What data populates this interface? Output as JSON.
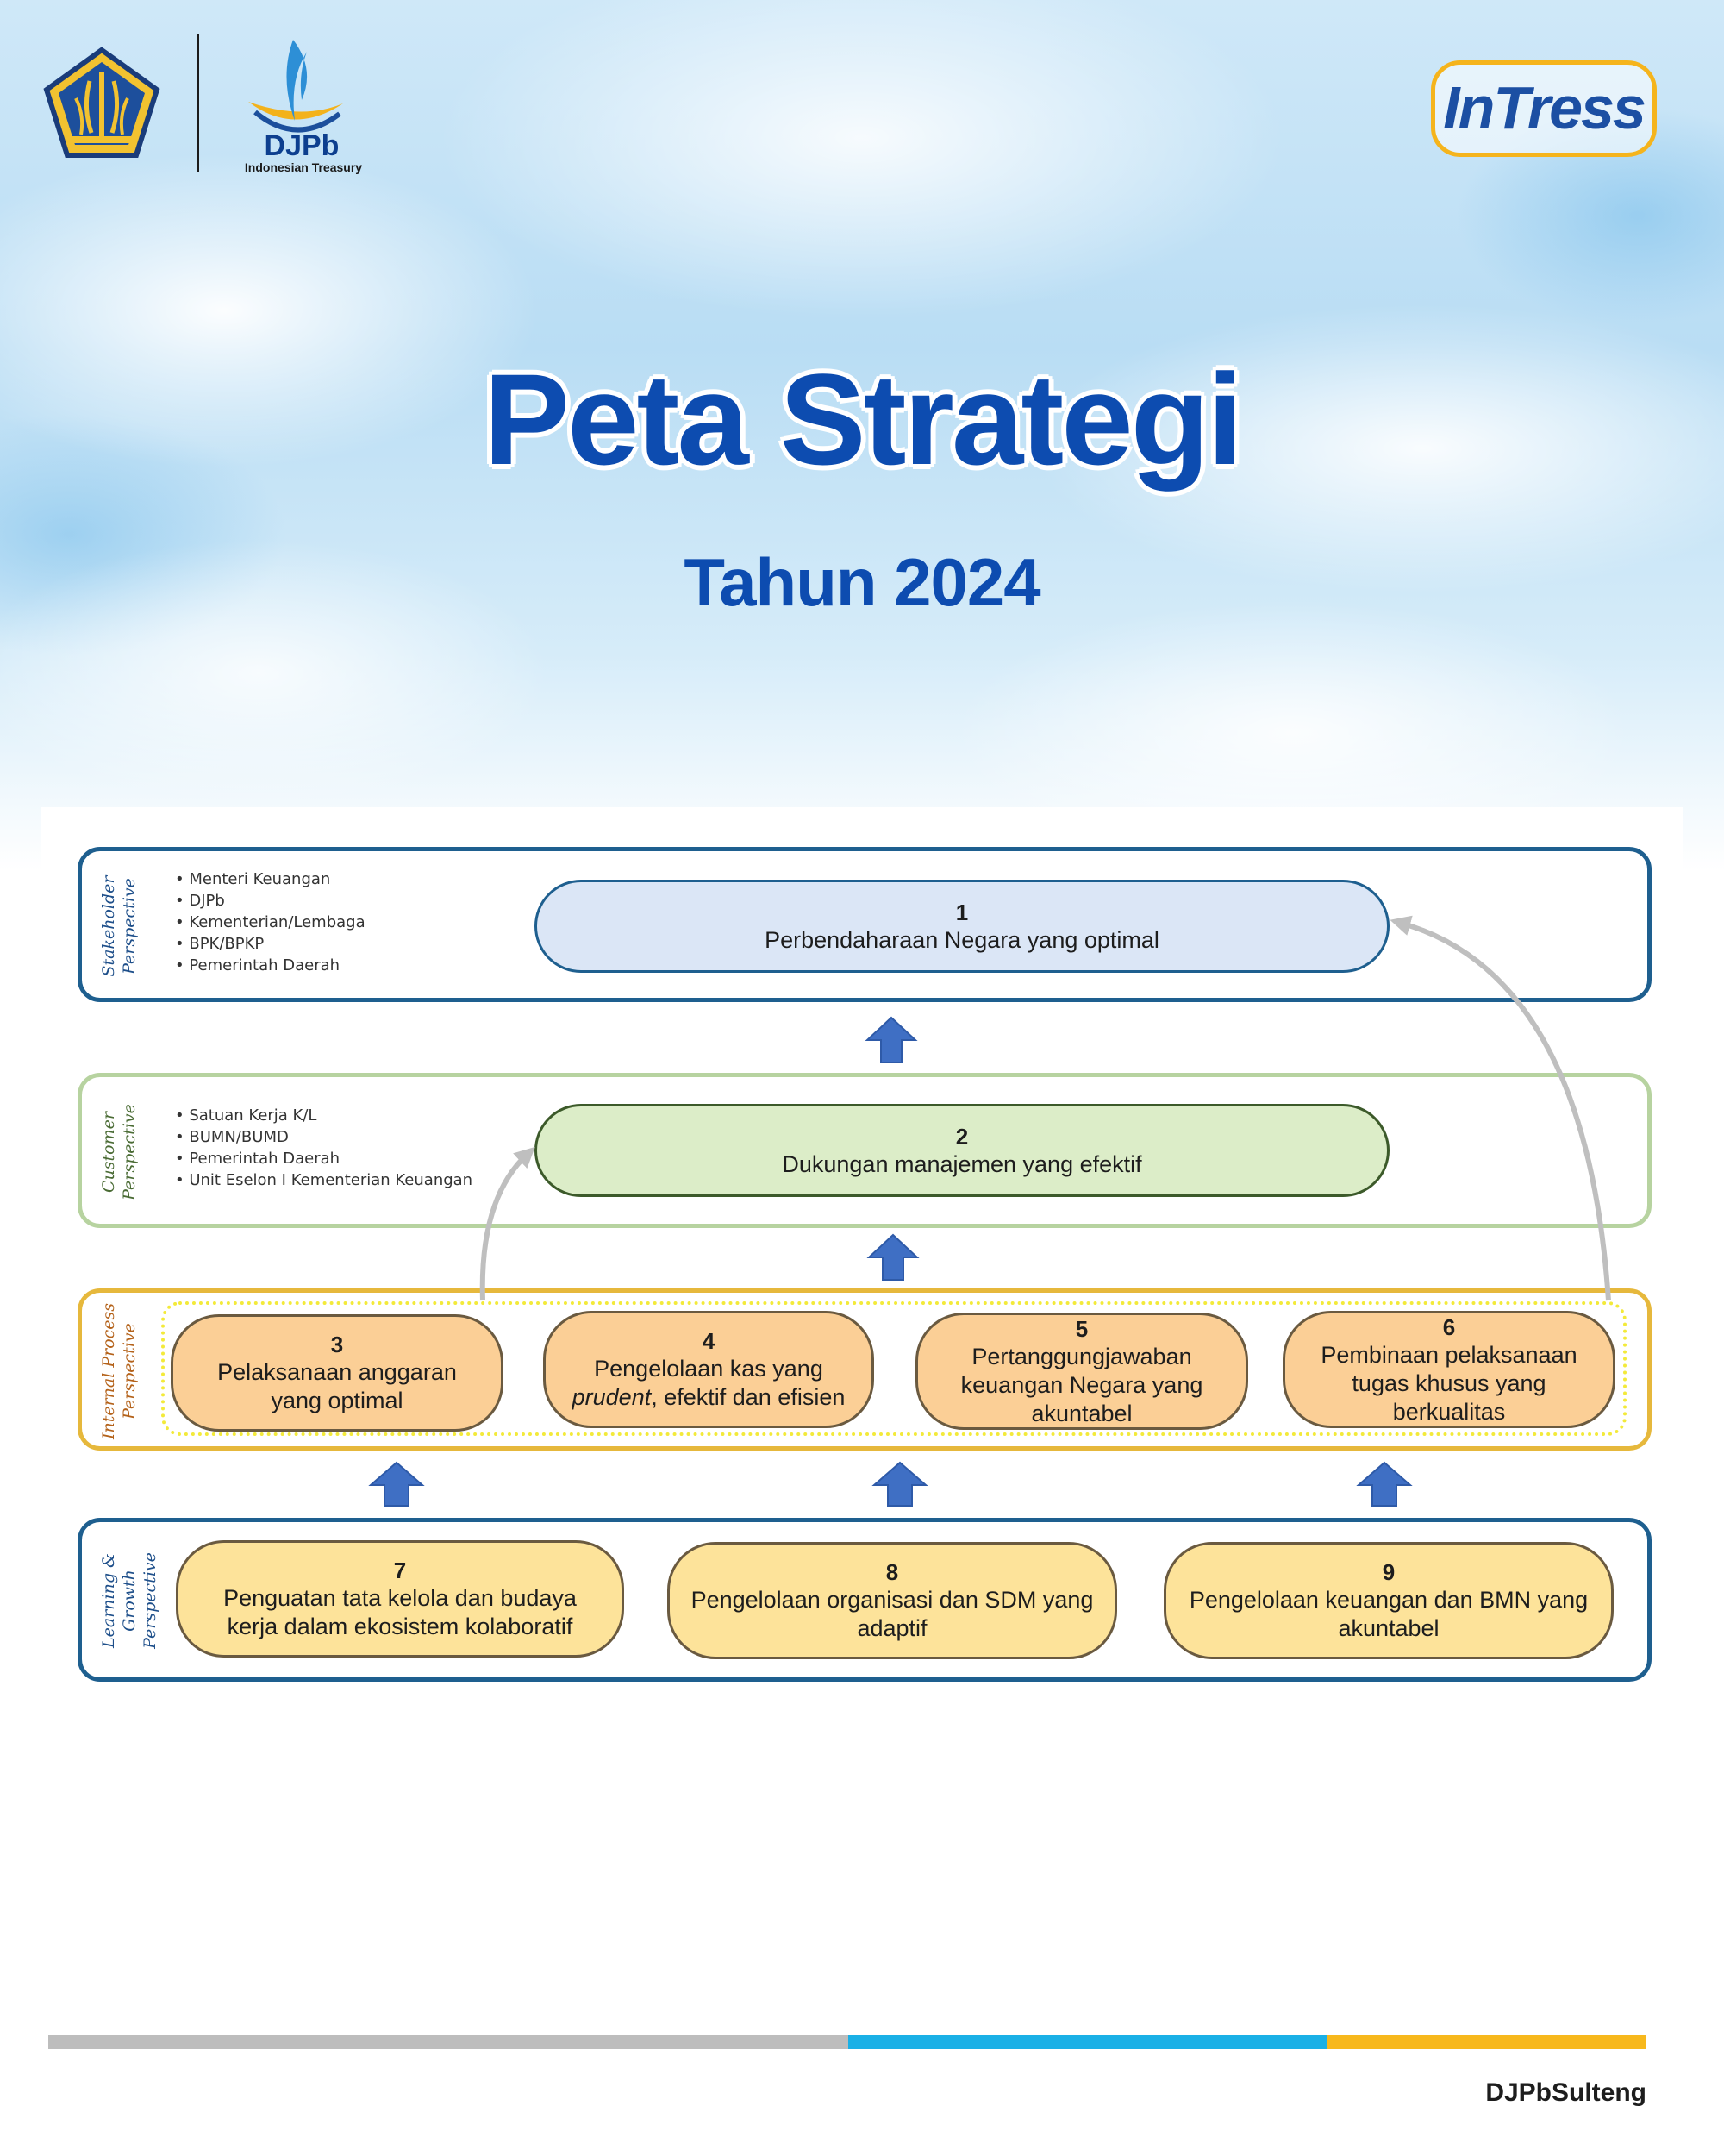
{
  "header": {
    "djpb_name": "DJPb",
    "djpb_subtitle": "Indonesian Treasury",
    "intress_name": "InTress"
  },
  "title": "Peta Strategi",
  "subtitle": "Tahun 2024",
  "colors": {
    "title": "#0d4cb0",
    "stakeholder_border": "#1e5f8f",
    "stakeholder_fill": "#dbe6f6",
    "customer_border": "#b7d3a0",
    "customer_fill": "#dcedc8",
    "internal_border": "#e6b83c",
    "internal_fill": "#fbcf96",
    "learning_border": "#1e5f8f",
    "learning_fill": "#fde39a",
    "arrow_blue": "#3f6fc4",
    "arrow_gray": "#bfbfbf"
  },
  "perspectives": {
    "stakeholder": {
      "label_1": "Stakeholder",
      "label_2": "Perspective",
      "items": [
        "Menteri Keuangan",
        "DJPb",
        "Kementerian/Lembaga",
        "BPK/BPKP",
        "Pemerintah Daerah"
      ]
    },
    "customer": {
      "label_1": "Customer",
      "label_2": "Perspective",
      "items": [
        "Satuan Kerja K/L",
        "BUMN/BUMD",
        "Pemerintah Daerah",
        "Unit Eselon I Kementerian Keuangan"
      ]
    },
    "internal": {
      "label_1": "Internal Process",
      "label_2": "Perspective"
    },
    "learning": {
      "label_1": "Learning & Growth",
      "label_2": "Perspective"
    }
  },
  "goals": {
    "g1": {
      "num": "1",
      "text": "Perbendaharaan Negara yang optimal"
    },
    "g2": {
      "num": "2",
      "text": "Dukungan manajemen yang efektif"
    },
    "g3": {
      "num": "3",
      "line1": "Pelaksanaan anggaran",
      "line2": "yang optimal"
    },
    "g4": {
      "num": "4",
      "line1": "Pengelolaan kas yang",
      "line2_italic": "prudent",
      "line2_rest": ", efektif dan efisien"
    },
    "g5": {
      "num": "5",
      "line1": "Pertanggungjawaban",
      "line2": "keuangan Negara yang",
      "line3": "akuntabel"
    },
    "g6": {
      "num": "6",
      "line1": "Pembinaan pelaksanaan",
      "line2": "tugas khusus yang",
      "line3": "berkualitas"
    },
    "g7": {
      "num": "7",
      "line1": "Penguatan tata kelola dan budaya",
      "line2": "kerja dalam ekosistem kolaboratif"
    },
    "g8": {
      "num": "8",
      "line1": "Pengelolaan organisasi dan SDM yang",
      "line2": "adaptif"
    },
    "g9": {
      "num": "9",
      "line1": "Pengelolaan keuangan dan BMN yang",
      "line2": "akuntabel"
    }
  },
  "footer": "DJPbSulteng"
}
